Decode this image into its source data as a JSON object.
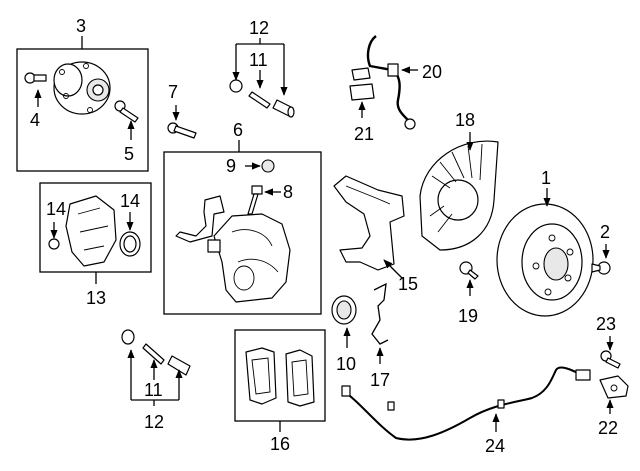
{
  "callouts": {
    "c1": "1",
    "c2": "2",
    "c3": "3",
    "c4": "4",
    "c5": "5",
    "c6": "6",
    "c7": "7",
    "c8": "8",
    "c9": "9",
    "c10": "10",
    "c11_top": "11",
    "c11_bottom": "11",
    "c12_top": "12",
    "c12_bottom": "12",
    "c13": "13",
    "c14_left": "14",
    "c14_right": "14",
    "c15": "15",
    "c16": "16",
    "c17": "17",
    "c18": "18",
    "c19": "19",
    "c20": "20",
    "c21": "21",
    "c22": "22",
    "c23": "23",
    "c24": "24"
  }
}
